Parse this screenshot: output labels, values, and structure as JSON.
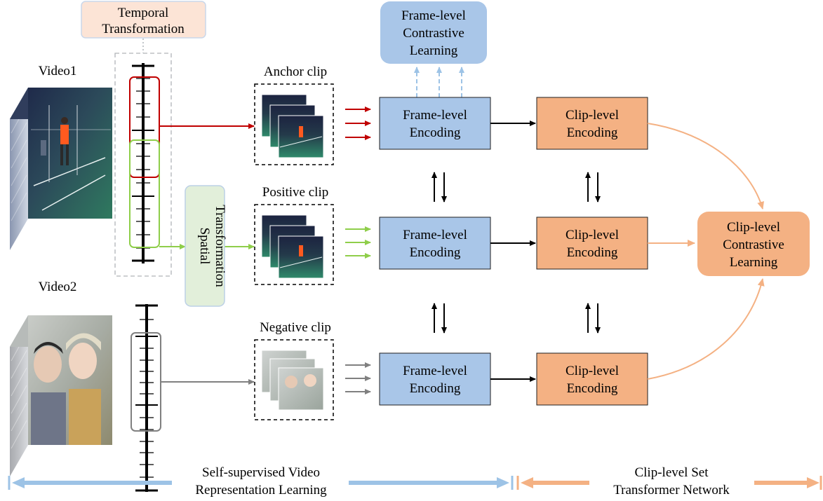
{
  "labels": {
    "video1": "Video1",
    "video2": "Video2",
    "temporal_transformation": [
      "Temporal",
      "Transformation"
    ],
    "spatial_transformation": [
      "Spatial",
      "Transformation"
    ],
    "anchor_clip": "Anchor clip",
    "positive_clip": "Positive clip",
    "negative_clip": "Negative clip",
    "frame_level_encoding": [
      "Frame-level",
      "Encoding"
    ],
    "clip_level_encoding": [
      "Clip-level",
      "Encoding"
    ],
    "frame_level_contrastive": [
      "Frame-level",
      "Contrastive",
      "Learning"
    ],
    "clip_level_contrastive": [
      "Clip-level",
      "Contrastive",
      "Learning"
    ],
    "ssl_section": [
      "Self-supervised Video",
      "Representation Learning"
    ],
    "transformer_section": [
      "Clip-level Set",
      "Transformer Network"
    ]
  },
  "colors": {
    "blue_box": "#a9c6e8",
    "orange_box": "#f4b183",
    "peach_box": "#fce4d6",
    "green_box": "#e2efda",
    "red": "#c00000",
    "green": "#8fce4a",
    "gray": "#808080",
    "orange_arrow": "#f4b183",
    "blue_arrow": "#9dc3e6",
    "dark": "#000000"
  }
}
